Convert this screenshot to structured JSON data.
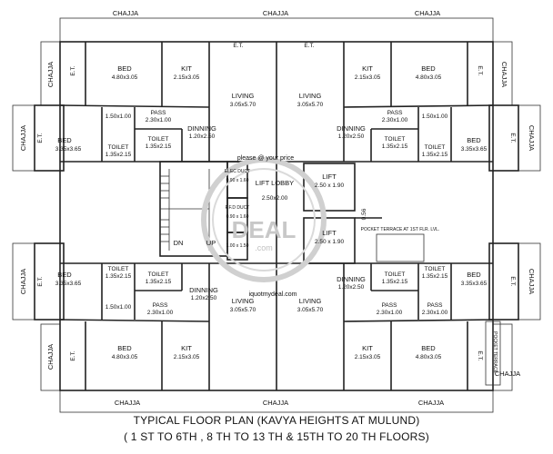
{
  "plan": {
    "title_line1": "TYPICAL FLOOR PLAN (KAVYA HEIGHTS AT MULUND)",
    "title_line2": "( 1 ST TO 6TH , 8 TH TO 13 TH  & 15TH  TO  20 TH FLOORS)",
    "chajja": "CHAJJA",
    "et": "E.T.",
    "bed": "BED",
    "kit": "KIT",
    "living": "LIVING",
    "dinning": "DINNING",
    "toilet": "TOILET",
    "pass": "PASS",
    "lift": "LIFT",
    "lift_lobby": "LIFT LOBBY",
    "dn": "DN",
    "up": "UP",
    "elec_duct": "ELEC DUCT",
    "fire_duct": "F.F.D DUCT",
    "pocket_terrace": "POCKET TERRACE AT 1ST FLR. LVL.",
    "pocket_terrace_vertical": "POCKET TERRACE",
    "dims": {
      "bed_top": "4.80x3.05",
      "bed_side": "3.35x3.65",
      "kit": "2.15x3.05",
      "living": "3.05x5.70",
      "dinning": "1.20x2.50",
      "toilet_a": "1.35x2.15",
      "toilet_b": "1.35x2.15",
      "pass_a": "2.30x1.00",
      "pass_b": "2.30x1.00",
      "wc": "1.50x1.00",
      "lift": "2.50 x 1.90",
      "lobby": "2.50x2.00",
      "duct_a": "0.90 x 1.60",
      "duct_b": "0.90 x 1.60",
      "stair_gap": "1.00 x 1.50",
      "gap": "0.56"
    }
  },
  "watermark": {
    "line1": "please @ your price",
    "line2": "DEAL",
    "line3": ".com",
    "line4": "iquotmydeal.com"
  }
}
